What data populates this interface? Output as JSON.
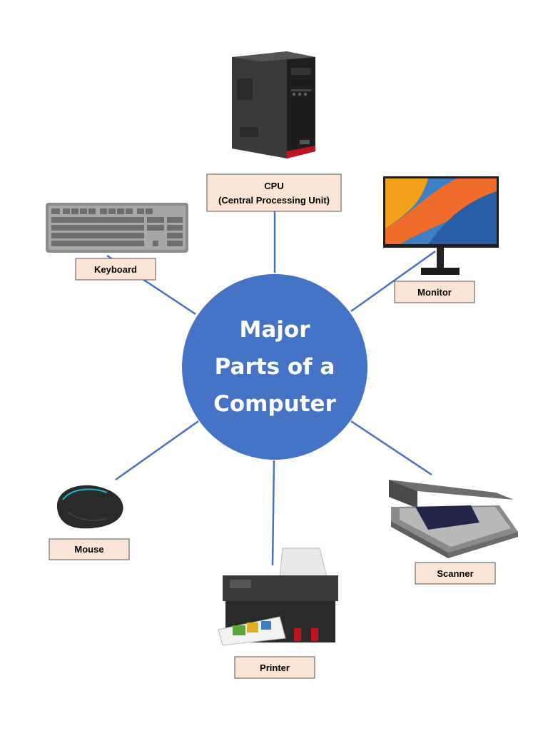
{
  "title_lines": [
    "Major",
    "Parts of a",
    "Computer"
  ],
  "parts": {
    "cpu": {
      "line1": "CPU",
      "line2": "(Central Processing Unit)"
    },
    "keyboard": "Keyboard",
    "monitor": "Monitor",
    "mouse": "Mouse",
    "scanner": "Scanner",
    "printer": "Printer"
  },
  "colors": {
    "circle": "#4472c4",
    "connector": "#4472c4",
    "label_fill": "#fbe5d6",
    "label_stroke": "#555555"
  }
}
